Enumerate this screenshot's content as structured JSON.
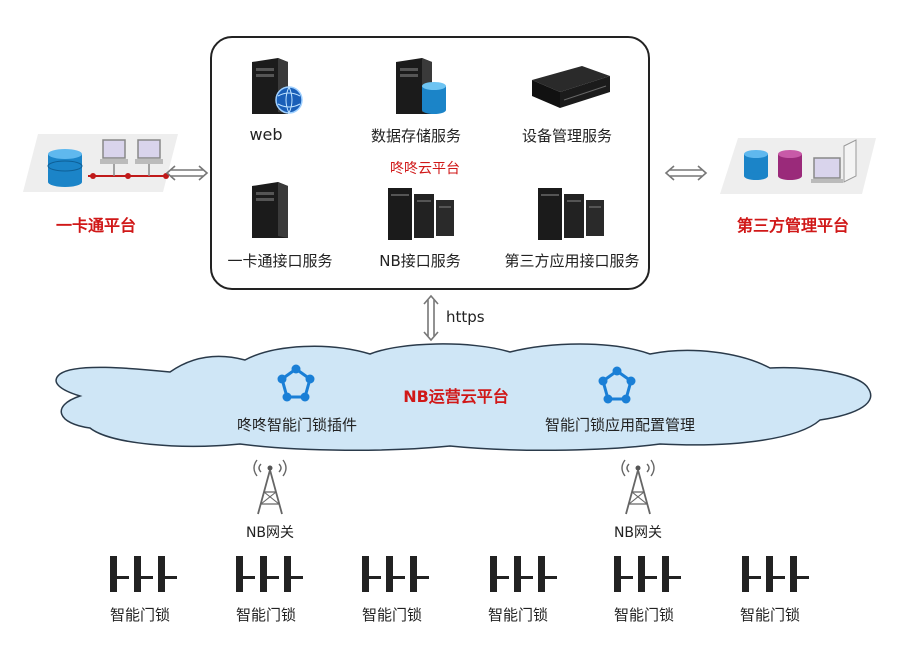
{
  "colors": {
    "accent_red": "#d01818",
    "cloud_fill": "#cfe6f6",
    "cloud_stroke": "#2a3a4a",
    "node_blue": "#1a7fd6",
    "server_dark": "#1b1b1b"
  },
  "left_platform": {
    "label": "一卡通平台",
    "icon": "database-computers-icon"
  },
  "right_platform": {
    "label": "第三方管理平台",
    "icon": "databases-computer-icon"
  },
  "center_platform": {
    "title": "咚咚云平台",
    "services": [
      {
        "label": "web",
        "icon": "web-server-icon"
      },
      {
        "label": "数据存储服务",
        "icon": "storage-server-icon"
      },
      {
        "label": "设备管理服务",
        "icon": "device-server-icon"
      },
      {
        "label": "一卡通接口服务",
        "icon": "tower-server-icon"
      },
      {
        "label": "NB接口服务",
        "icon": "server-rack-icon"
      },
      {
        "label": "第三方应用接口服务",
        "icon": "server-rack-icon"
      }
    ]
  },
  "link": {
    "protocol": "https"
  },
  "cloud": {
    "title": "NB运营云平台",
    "plugins": [
      {
        "label": "咚咚智能门锁插件",
        "icon": "network-node-icon"
      },
      {
        "label": "智能门锁应用配置管理",
        "icon": "network-node-icon"
      }
    ]
  },
  "gateways": [
    {
      "label": "NB网关",
      "icon": "signal-tower-icon"
    },
    {
      "label": "NB网关",
      "icon": "signal-tower-icon"
    }
  ],
  "locks": [
    {
      "label": "智能门锁"
    },
    {
      "label": "智能门锁"
    },
    {
      "label": "智能门锁"
    },
    {
      "label": "智能门锁"
    },
    {
      "label": "智能门锁"
    },
    {
      "label": "智能门锁"
    }
  ]
}
